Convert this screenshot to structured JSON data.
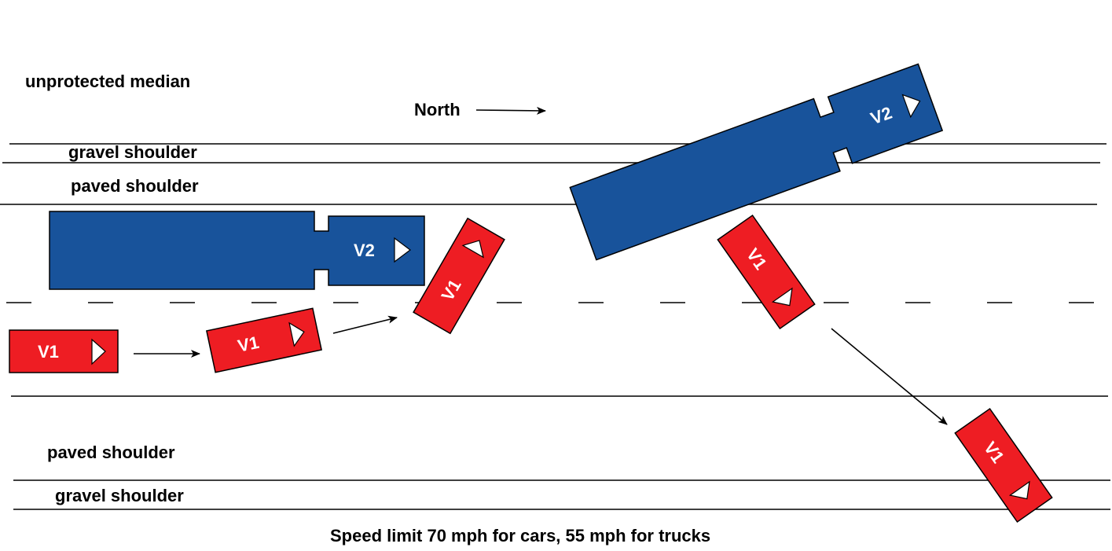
{
  "labels": {
    "median": "unprotected median",
    "north": "North",
    "gravel_top": "gravel shoulder",
    "paved_top": "paved shoulder",
    "paved_bottom": "paved shoulder",
    "gravel_bottom": "gravel shoulder",
    "speed_limit": "Speed limit 70 mph for cars,  55 mph for trucks"
  },
  "vehicles": {
    "v1": "V1",
    "v2": "V2"
  },
  "colors": {
    "v1_fill": "#ee1d23",
    "v2_fill": "#18539b",
    "outline": "#000000",
    "vehicle_text": "#ffffff"
  }
}
